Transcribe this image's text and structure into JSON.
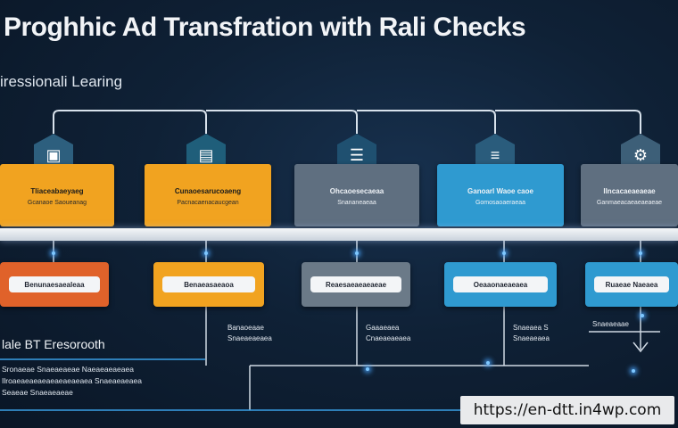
{
  "header": {
    "title": "Proghhic Ad Transfration with Rali Checks",
    "subtitle": "iressionali Learing"
  },
  "stages": [
    {
      "title": "Tliaceabaeyaeg",
      "subtitle": "Gcanaoe Saoueanag",
      "color": "#f1a320",
      "dark": false,
      "icon_color": "#2d5f7e",
      "icon_name": "document-icon",
      "glyph": "▣"
    },
    {
      "title": "Cunaoesarucoaeng",
      "subtitle": "Pacnacaenacaucgean",
      "color": "#f1a320",
      "dark": false,
      "icon_color": "#1f5e7a",
      "icon_name": "clipboard-icon",
      "glyph": "▤"
    },
    {
      "title": "Ohcaoesecaeaa",
      "subtitle": "Snananeaeaa",
      "color": "#5f6f80",
      "dark": true,
      "icon_color": "#1f5070",
      "icon_name": "checklist-icon",
      "glyph": "☰"
    },
    {
      "title": "Ganoarl Waoe caoe",
      "subtitle": "Gomosaoaeraeaa",
      "color": "#2f9ad0",
      "dark": true,
      "icon_color": "#2a5c7c",
      "icon_name": "list-icon",
      "glyph": "≡"
    },
    {
      "title": "Ilncacaeaeaeae",
      "subtitle": "Ganmaeacaeaeaeaeae",
      "color": "#5f6f80",
      "dark": true,
      "icon_color": "#3d5f78",
      "icon_name": "gear-icon",
      "glyph": "⚙"
    }
  ],
  "modules": [
    {
      "label": "Benunaesaealeaa",
      "color": "#e0622a"
    },
    {
      "label": "Benaeasaeaoa",
      "color": "#f1a320"
    },
    {
      "label": "Reaesaeaeaeaeae",
      "color": "#6b7a88"
    },
    {
      "label": "Oeaaonaeaeaea",
      "color": "#2f9ad0"
    },
    {
      "label": "Ruaeae Naeaea",
      "color": "#2f9ad0"
    }
  ],
  "notes": [
    {
      "lines": [
        "Banaoeaae",
        "Snaeaeaeaea"
      ]
    },
    {
      "lines": [
        "Gaaaeaea",
        "Cnaeaeaeaea"
      ]
    },
    {
      "lines": [
        "Snaeaea S",
        "Snaeaeaea"
      ]
    },
    {
      "lines": [
        "Snaeaeaae"
      ]
    }
  ],
  "footer_block": {
    "heading": "lale BT Eresorooth",
    "lines": [
      "Sronaeae Snaeaeaeae Naeaeaeaeaea",
      "Ilroaeaeaeaeaeaeaeaeaea Snaeaeaeaea",
      "Seaeae Snaeaeaeae"
    ]
  },
  "watermark": "https://en-dtt.in4wp.com",
  "colors": {
    "background": "#0d1b2e",
    "accent_blue": "#2f9ad0",
    "accent_orange": "#f1a320",
    "accent_red": "#e0622a",
    "gray": "#5f6f80"
  }
}
